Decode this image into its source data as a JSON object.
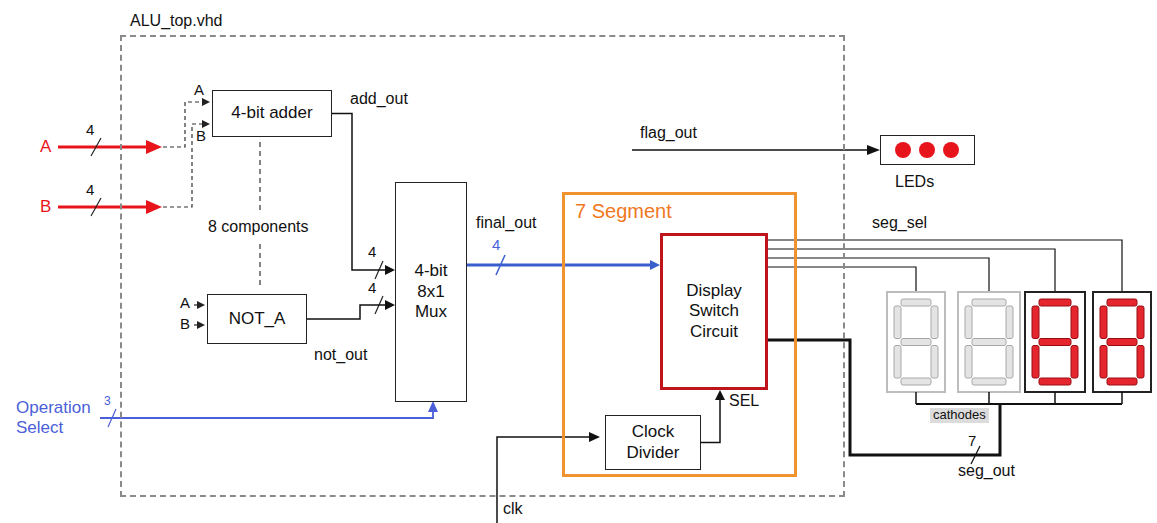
{
  "diagram": {
    "nodes": [
      {
        "text": [
          "ALU_top.vhd"
        ]
      },
      {
        "text": [
          "4-bit adder"
        ],
        "in": 0
      },
      {
        "text": [
          "NOT_A"
        ],
        "in": 0
      },
      {
        "text": [
          "4-bit 8x1 Mux"
        ],
        "in": 0
      },
      {
        "text": [
          "7 Segment"
        ],
        "in": 0
      },
      {
        "text": [
          "Display Switch Circuit"
        ],
        "in": 4
      },
      {
        "text": [
          "Clock Divider"
        ],
        "in": 4
      },
      {
        "text": [
          "LEDs"
        ]
      }
    ],
    "edges": [
      {
        "from": 1,
        "to": 3,
        "label": "add_out",
        "arrow": "to"
      },
      {
        "from": 2,
        "to": 3,
        "label": "not_out",
        "arrow": "to"
      },
      {
        "from": 3,
        "to": 5,
        "label": "final_out",
        "arrow": "to"
      },
      {
        "from": 6,
        "to": 5,
        "label": "SEL",
        "arrow": "to"
      }
    ],
    "labels": [
      "A",
      "4",
      "B",
      "4",
      "A",
      "B",
      "8 components",
      "A",
      "B",
      "4",
      "4",
      "4",
      "Operation Select",
      "3",
      "flag_out",
      "seg_sel",
      "cathodes",
      "7",
      "seg_out",
      "clk"
    ]
  }
}
